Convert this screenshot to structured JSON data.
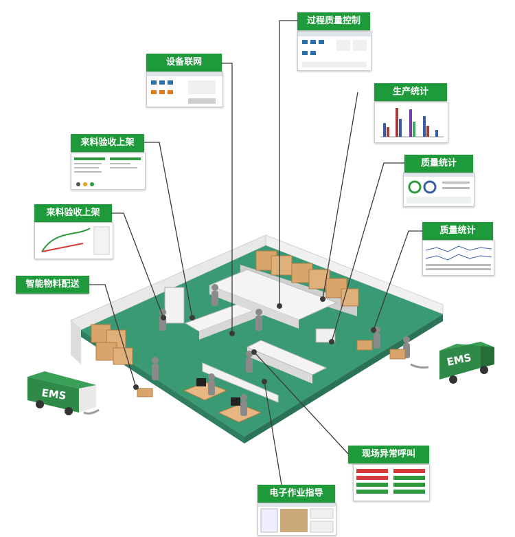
{
  "labels": {
    "process_quality_control": "过程质量控制",
    "equipment_network": "设备联网",
    "production_stats": "生产统计",
    "incoming_shelving_1": "来料验收上架",
    "quality_stats_1": "质量统计",
    "incoming_shelving_2": "来料验收上架",
    "quality_stats_2": "质量统计",
    "smart_material_delivery": "智能物料配送",
    "field_exception_call": "现场异常呼叫",
    "electronic_work_instruction": "电子作业指导"
  },
  "truck_text": "EMS",
  "colors": {
    "tag_green": "#1e9a3a",
    "floor_green": "#3a9a73",
    "wall_gray": "#ececec",
    "truck_green": "#2f8a48",
    "box_tan": "#d9a56a"
  }
}
